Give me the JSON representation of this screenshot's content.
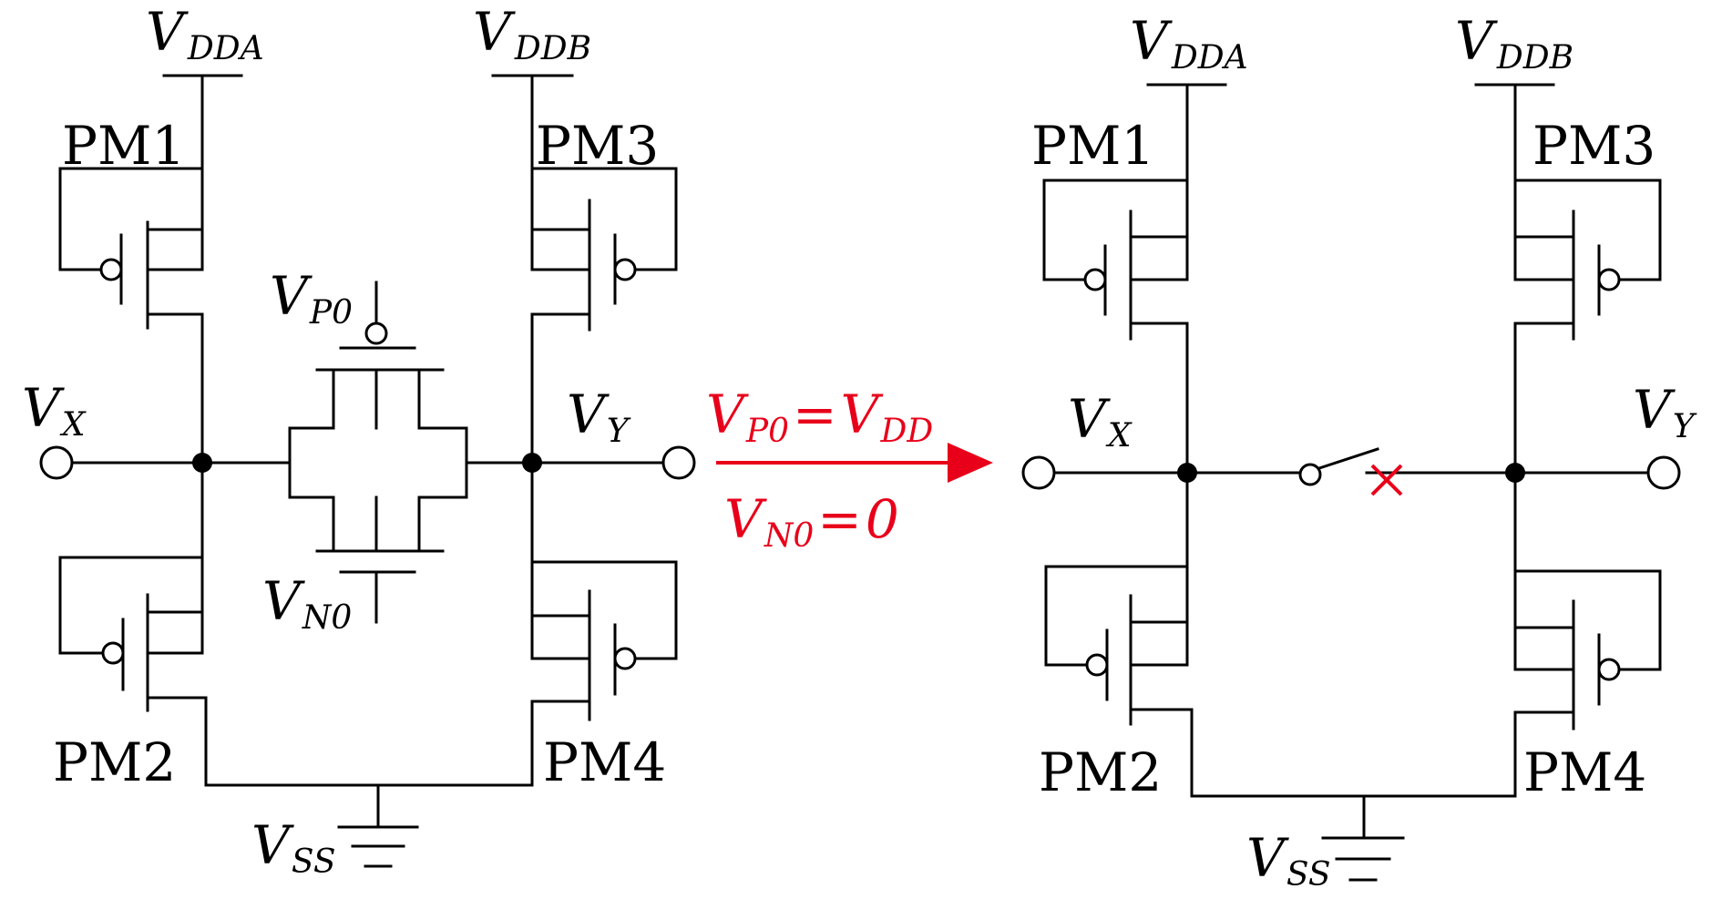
{
  "colors": {
    "wire": "#000000",
    "accent": "#e8001a",
    "background": "#ffffff"
  },
  "labels": {
    "v": "V",
    "vdda_sub": "DDA",
    "vddb_sub": "DDB",
    "vx_sub": "X",
    "vy_sub": "Y",
    "vss_sub": "SS",
    "vp0_sub": "P0",
    "vn0_sub": "N0",
    "pm1": "PM1",
    "pm2": "PM2",
    "pm3": "PM3",
    "pm4": "PM4"
  },
  "condition": {
    "v": "V",
    "vp0_sub": "P0",
    "equals": "=",
    "vdd_sub": "DD",
    "vn0_sub": "N0",
    "zero": "0"
  },
  "icons": {
    "arrow": "red-right-arrow-icon",
    "open_switch": "open-switch-icon",
    "cross": "red-x-cross-icon",
    "ground": "ground-symbol-icon"
  }
}
